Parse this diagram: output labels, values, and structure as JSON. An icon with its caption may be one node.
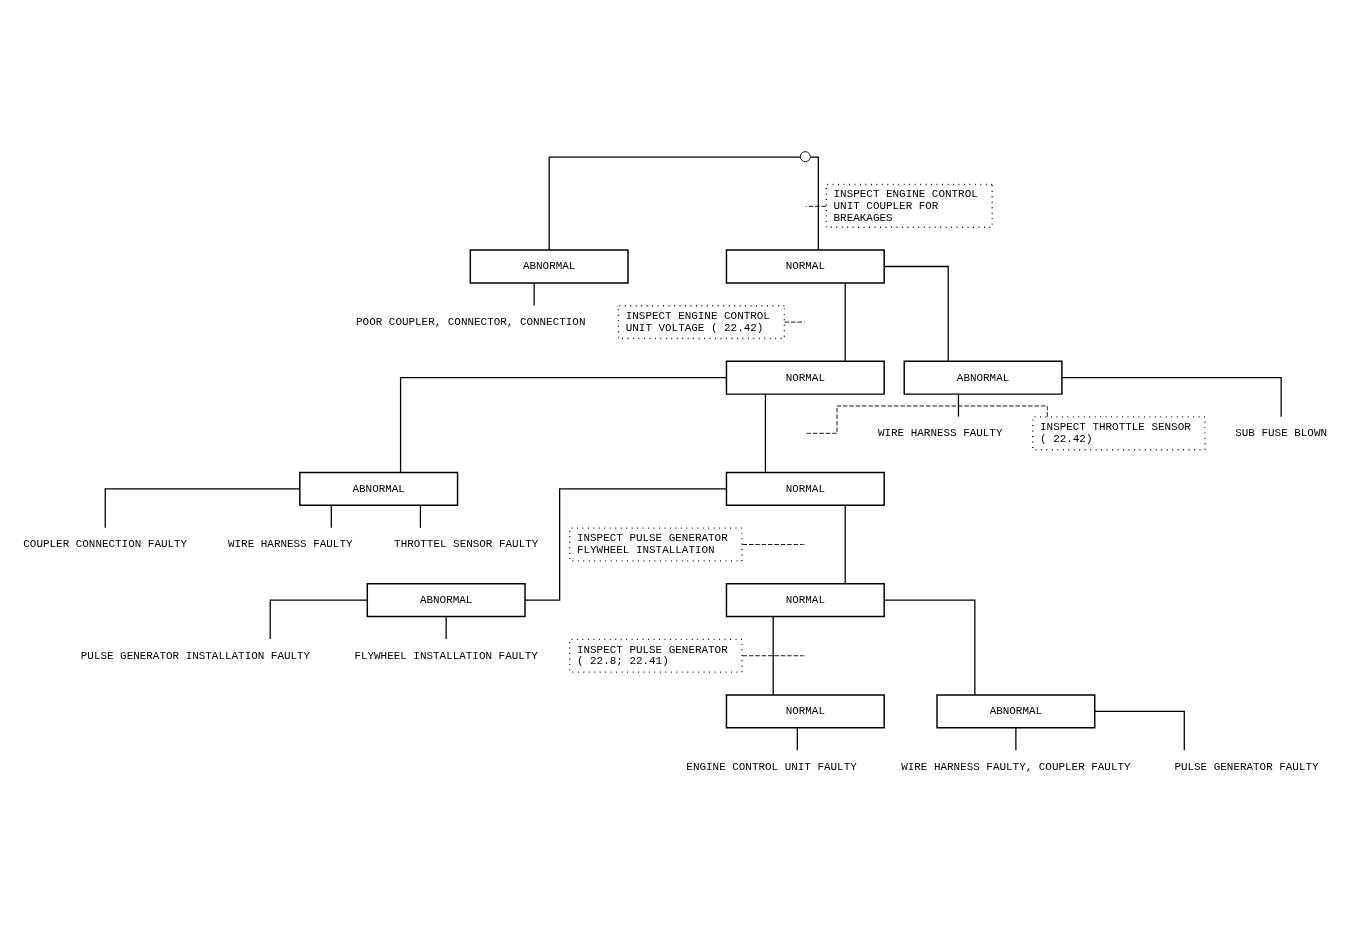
{
  "diagram": {
    "nodes": [
      {
        "text": [],
        "shape": "circle"
      },
      {
        "text": [
          "INSPECT ENGINE CONTROL UNIT COUPLER FOR BREAKAGES"
        ]
      },
      {
        "text": [
          "NORMAL"
        ]
      },
      {
        "text": [
          "ABNORMAL"
        ]
      },
      {
        "text": [
          "POOR COUPLER, CONNECTOR, CONNECTION"
        ]
      },
      {
        "text": [
          "INSPECT ENGINE CONTROL UNIT VOLTAGE ( 22.42)"
        ]
      },
      {
        "text": [
          "NORMAL"
        ]
      },
      {
        "text": [
          "ABNORMAL"
        ]
      },
      {
        "text": [
          "WIRE HARNESS FAULTY"
        ]
      },
      {
        "text": [
          "SUB FUSE BLOWN"
        ]
      },
      {
        "text": [
          "INSPECT THROTTLE SENSOR ( 22.42)"
        ]
      },
      {
        "text": [
          "NORMAL"
        ]
      },
      {
        "text": [
          "ABNORMAL"
        ]
      },
      {
        "text": [
          "WIRE HARNESS FAULTY"
        ]
      },
      {
        "text": [
          "THROTTEL SENSOR FAULTY"
        ]
      },
      {
        "text": [
          "COUPLER CONNECTION FAULTY"
        ]
      },
      {
        "text": [
          "INSPECT PULSE GENERATOR FLYWHEEL INSTALLATION"
        ]
      },
      {
        "text": [
          "NORMAL"
        ]
      },
      {
        "text": [
          "ABNORMAL"
        ]
      },
      {
        "text": [
          "PULSE GENERATOR INSTALLATION FAULTY"
        ]
      },
      {
        "text": [
          "FLYWHEEL INSTALLATION FAULTY"
        ]
      },
      {
        "text": [
          "INSPECT PULSE GENERATOR ( 22.8; 22.41)"
        ]
      },
      {
        "text": [
          "NORMAL"
        ]
      },
      {
        "text": [
          "ABNORMAL"
        ]
      },
      {
        "text": [
          "PULSE GENERATOR FAULTY"
        ]
      },
      {
        "text": [
          "WIRE HARNESS FAULTY, COUPLER FAULTY"
        ]
      },
      {
        "text": [
          "ENGINE CONTROL UNIT FAULTY"
        ]
      }
    ],
    "edges": [
      {
        "from": 0,
        "to": 2,
        "arrow": "none"
      },
      {
        "from": 0,
        "to": 3,
        "arrow": "none"
      },
      {
        "from": 1,
        "to": null,
        "arrow": "none",
        "style": "dashed"
      },
      {
        "from": 3,
        "to": 4,
        "arrow": "none"
      },
      {
        "from": 2,
        "to": 6,
        "arrow": "none"
      },
      {
        "from": 2,
        "to": 7,
        "arrow": "none"
      },
      {
        "from": 5,
        "to": null,
        "arrow": "none",
        "style": "dashed"
      },
      {
        "from": 7,
        "to": 8,
        "arrow": "none"
      },
      {
        "from": 7,
        "to": 9,
        "arrow": "none"
      },
      {
        "from": 6,
        "to": 11,
        "arrow": "none"
      },
      {
        "from": 6,
        "to": 12,
        "arrow": "none"
      },
      {
        "from": 10,
        "to": null,
        "arrow": "none",
        "style": "dashed"
      },
      {
        "from": 12,
        "to": 13,
        "arrow": "none"
      },
      {
        "from": 12,
        "to": 14,
        "arrow": "none"
      },
      {
        "from": 12,
        "to": 15,
        "arrow": "none"
      },
      {
        "from": 11,
        "to": 17,
        "arrow": "none"
      },
      {
        "from": 11,
        "to": 18,
        "arrow": "none"
      },
      {
        "from": 16,
        "to": null,
        "arrow": "none",
        "style": "dashed"
      },
      {
        "from": 18,
        "to": 19,
        "arrow": "none"
      },
      {
        "from": 18,
        "to": 20,
        "arrow": "none"
      },
      {
        "from": 17,
        "to": 22,
        "arrow": "none"
      },
      {
        "from": 17,
        "to": 23,
        "arrow": "none"
      },
      {
        "from": 21,
        "to": null,
        "arrow": "none",
        "style": "dashed"
      },
      {
        "from": 23,
        "to": 24,
        "arrow": "none"
      },
      {
        "from": 23,
        "to": 25,
        "arrow": "none"
      },
      {
        "from": 22,
        "to": 26,
        "arrow": "none"
      }
    ]
  }
}
